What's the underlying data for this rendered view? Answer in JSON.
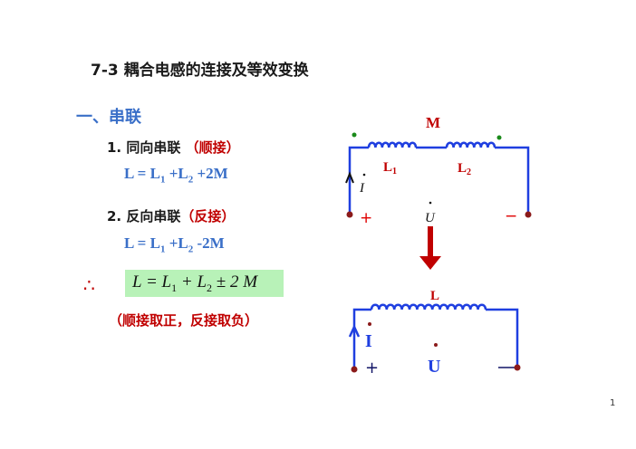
{
  "title": "7-3  耦合电感的连接及等效变换",
  "section": "一、串联",
  "item1": {
    "label": "1. 同向串联 ",
    "paren": "（顺接）",
    "formula": {
      "lhs": "L = ",
      "l1": "L",
      "s1": "1",
      "plus": " +L",
      "s2": "2",
      "tail": " +2M"
    }
  },
  "item2": {
    "label": "2. 反向串联",
    "paren": "（反接）",
    "formula": {
      "lhs": "L = ",
      "l1": "L",
      "s1": "1",
      "plus": " +L",
      "s2": "2",
      "tail": " -2M"
    }
  },
  "therefore": "∴",
  "general": {
    "a": "L = L",
    "s1": "1",
    "b": " + L",
    "s2": "2",
    "c": " ± 2 M"
  },
  "note": "（顺接取正，反接取负）",
  "circuit_top": {
    "M": "M",
    "L1": "L",
    "L1s": "1",
    "L2": "L",
    "L2s": "2",
    "I": "I",
    "U": "U",
    "plus": "+",
    "minus": "−"
  },
  "circuit_bottom": {
    "L": "L",
    "I": "I",
    "U": "U",
    "plus": "+",
    "minus": "−"
  },
  "page_number": "1",
  "colors": {
    "wire": "#1f3fe0",
    "red": "#c00000",
    "blue": "#3a6fc8",
    "green_box": "#b8f2b8",
    "dot": "#1a8a1a",
    "terminal": "#8b1a1a"
  }
}
